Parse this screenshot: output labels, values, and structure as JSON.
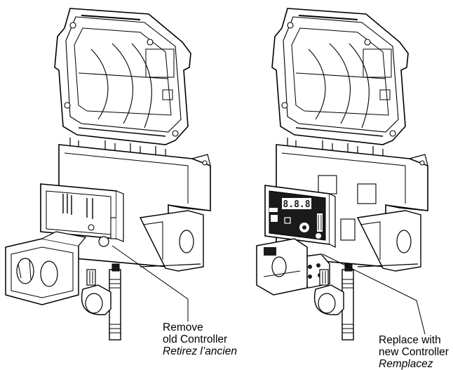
{
  "left_panel": {
    "caption_line1": "Remove",
    "caption_line2": "old Controller",
    "caption_line3": "Retirez l’ancien"
  },
  "right_panel": {
    "caption_line1": "Replace with",
    "caption_line2": "new Controller",
    "caption_line3": "Remplacez"
  },
  "display_readout": "8.8.8",
  "colors": {
    "line": "#000000",
    "fill": "#ffffff",
    "panel_dark": "#1a1a1a"
  }
}
